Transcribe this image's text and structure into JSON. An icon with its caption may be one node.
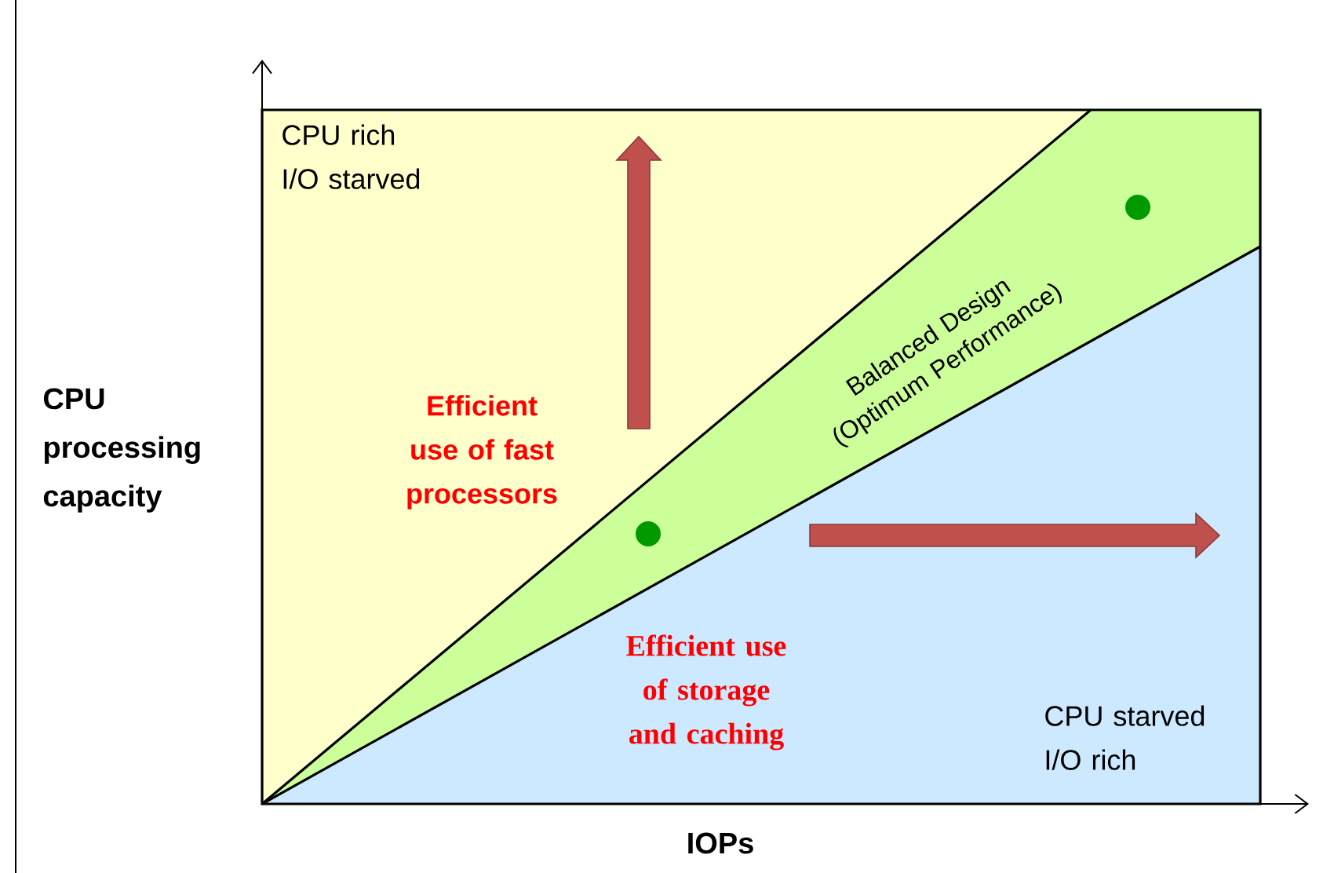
{
  "diagram": {
    "nodes": [
      {
        "text": [
          "CPU rich I/O starved",
          "Efficient use of fast processors"
        ]
      },
      {
        "text": [
          "Balanced Design (Optimum Performance)"
        ]
      },
      {
        "text": [
          "Efficient use of storage and caching",
          "CPU starved I/O rich"
        ]
      }
    ],
    "labels": [
      "CPU processing capacity",
      "IOPs"
    ]
  }
}
